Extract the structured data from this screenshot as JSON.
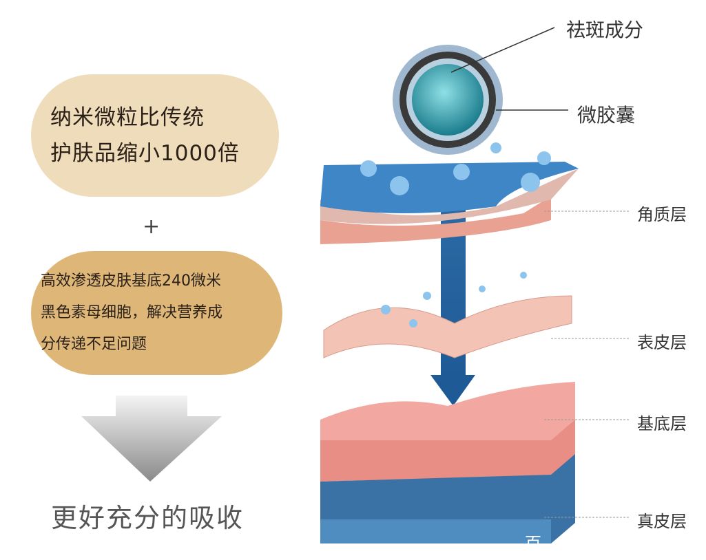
{
  "left_panel": {
    "box1_lines": [
      "纳米微粒比传统",
      "护肤品缩小1000倍"
    ],
    "plus": "+",
    "box2_lines": [
      "高效渗透皮肤基底240微米",
      "黑色素母细胞，解决营养成",
      "分传递不足问题"
    ],
    "result": "更好充分的吸收"
  },
  "diagram": {
    "capsule_labels": [
      "祛斑成分",
      "微胶囊"
    ],
    "layers": [
      "角质层",
      "表皮层",
      "基底层",
      "真皮层"
    ]
  },
  "watermark": "百",
  "colors": {
    "box1": "#efdcba",
    "box2": "#deb778",
    "arrow_blue": "#2f6ea8"
  }
}
